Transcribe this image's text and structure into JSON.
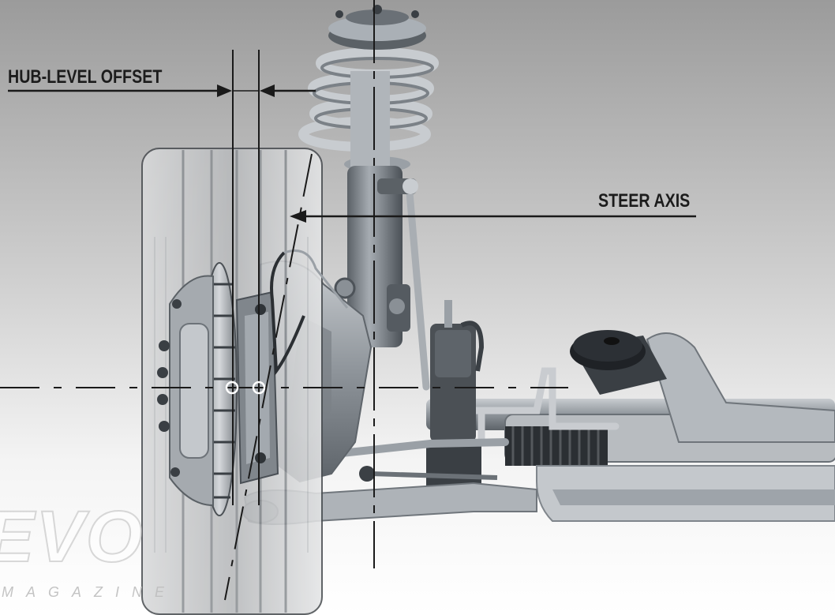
{
  "labels": {
    "hub_level_offset": "HUB-LEVEL OFFSET",
    "steer_axis": "STEER AXIS"
  },
  "watermark": {
    "main": "EVO",
    "sub": "MAGAZINE"
  },
  "colors": {
    "line": "#1a1a1a",
    "metal": "#9aa0a6",
    "dark_metal": "#3e4348",
    "tyre": "#c9cbcd",
    "spring": "#c7cbcf"
  }
}
